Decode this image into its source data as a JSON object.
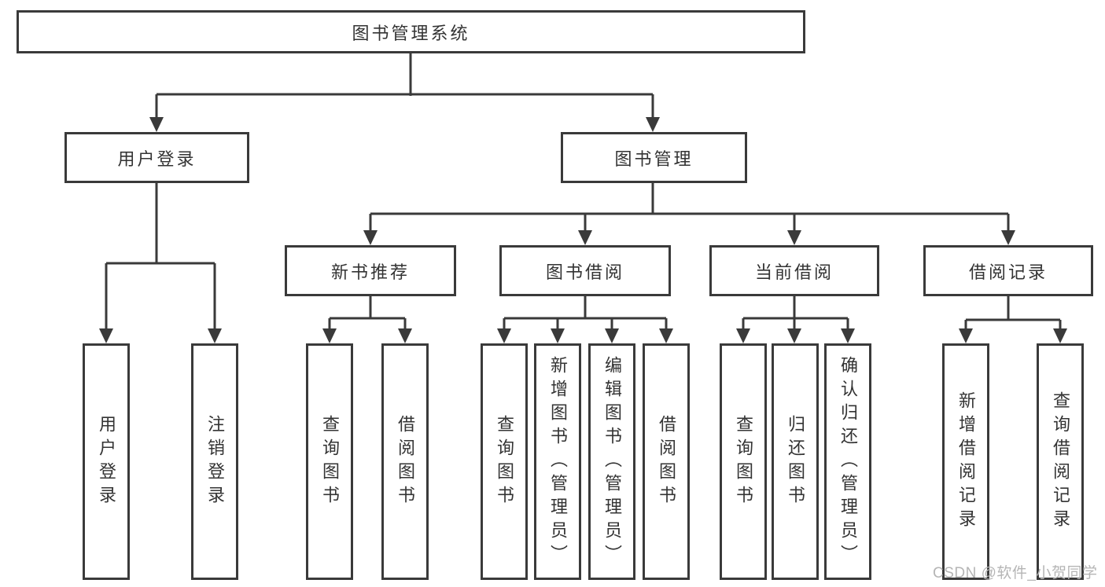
{
  "diagram": {
    "watermark": "CSDN @软件_小贺同学",
    "colors": {
      "line": "#3a3a3a",
      "text": "#333333",
      "background": "#ffffff",
      "watermark": "#b5b5b5"
    },
    "tree": {
      "label": "图书管理系统",
      "children": [
        {
          "label": "用户登录",
          "children": [
            {
              "label": "用户登录"
            },
            {
              "label": "注销登录"
            }
          ]
        },
        {
          "label": "图书管理",
          "children": [
            {
              "label": "新书推荐",
              "children": [
                {
                  "label": "查询图书"
                },
                {
                  "label": "借阅图书"
                }
              ]
            },
            {
              "label": "图书借阅",
              "children": [
                {
                  "label": "查询图书"
                },
                {
                  "label": "新增图书（管理员）"
                },
                {
                  "label": "编辑图书（管理员）"
                },
                {
                  "label": "借阅图书"
                }
              ]
            },
            {
              "label": "当前借阅",
              "children": [
                {
                  "label": "查询图书"
                },
                {
                  "label": "归还图书"
                },
                {
                  "label": "确认归还（管理员）"
                }
              ]
            },
            {
              "label": "借阅记录",
              "children": [
                {
                  "label": "新增借阅记录"
                },
                {
                  "label": "查询借阅记录"
                }
              ]
            }
          ]
        }
      ]
    }
  }
}
